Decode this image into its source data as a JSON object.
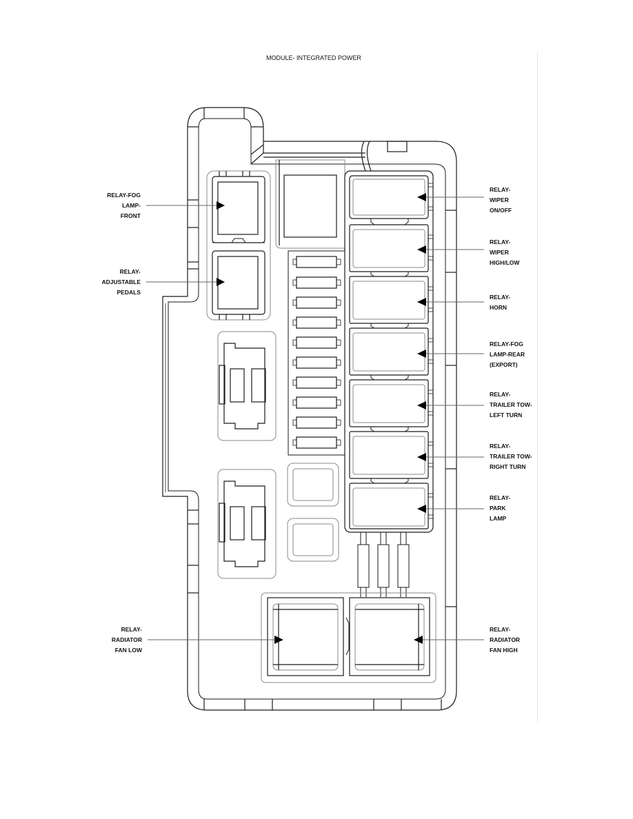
{
  "title": "MODULE- INTEGRATED POWER",
  "callouts": {
    "left": [
      {
        "id": "relay-fog-lamp-front",
        "lines": [
          "RELAY-FOG",
          "LAMP-",
          "FRONT"
        ]
      },
      {
        "id": "relay-adjustable-pedals",
        "lines": [
          "RELAY-",
          "ADJUSTABLE",
          "PEDALS"
        ]
      },
      {
        "id": "relay-radiator-fan-low",
        "lines": [
          "RELAY-",
          "RADIATOR",
          "FAN LOW"
        ]
      }
    ],
    "right": [
      {
        "id": "relay-wiper-on-off",
        "lines": [
          "RELAY-",
          "WIPER",
          "ON/OFF"
        ]
      },
      {
        "id": "relay-wiper-high-low",
        "lines": [
          "RELAY-",
          "WIPER",
          "HIGH/LOW"
        ]
      },
      {
        "id": "relay-horn",
        "lines": [
          "RELAY-",
          "HORN"
        ]
      },
      {
        "id": "relay-fog-lamp-rear",
        "lines": [
          "RELAY-FOG",
          "LAMP-REAR",
          "(EXPORT)"
        ]
      },
      {
        "id": "relay-trailer-tow-left-turn",
        "lines": [
          "RELAY-",
          "TRAILER TOW-",
          "LEFT TURN"
        ]
      },
      {
        "id": "relay-trailer-tow-right-turn",
        "lines": [
          "RELAY-",
          "TRAILER TOW-",
          "RIGHT TURN"
        ]
      },
      {
        "id": "relay-park-lamp",
        "lines": [
          "RELAY-",
          "PARK",
          "LAMP"
        ]
      },
      {
        "id": "relay-radiator-fan-high",
        "lines": [
          "RELAY-",
          "RADIATOR",
          "FAN HIGH"
        ]
      }
    ]
  },
  "colors": {
    "line": "#1a1a1a",
    "light_line": "#8a8a8a",
    "background": "#ffffff"
  }
}
